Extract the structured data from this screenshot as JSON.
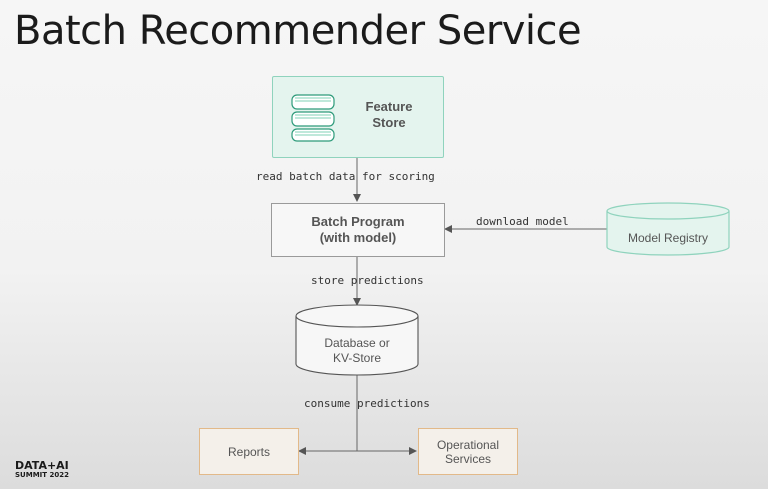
{
  "slide": {
    "title": "Batch Recommender Service"
  },
  "nodes": {
    "feature_store": {
      "label": "Feature\nStore"
    },
    "batch_program": {
      "label": "Batch Program\n(with model)"
    },
    "model_registry": {
      "label": "Model Registry"
    },
    "database": {
      "label": "Database or\nKV-Store"
    },
    "reports": {
      "label": "Reports"
    },
    "operational_services": {
      "label": "Operational\nServices"
    }
  },
  "edges": {
    "read": {
      "label": "read batch data for scoring"
    },
    "download": {
      "label": "download model"
    },
    "store": {
      "label": "store predictions"
    },
    "consume": {
      "label": "consume predictions"
    }
  },
  "branding": {
    "line1": "DATA+AI",
    "line2": "SUMMIT 2022"
  }
}
